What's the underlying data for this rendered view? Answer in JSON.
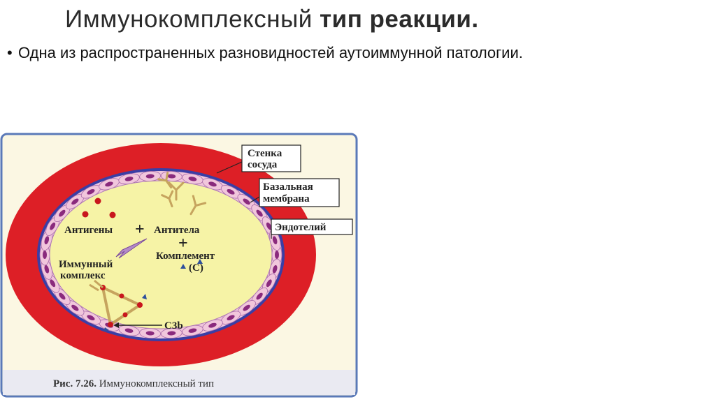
{
  "slide": {
    "title_light": "Иммунокомплексный",
    "title_bold": "тип реакции.",
    "bullet": "Одна из распространенных разновидностей аутоиммунной патологии."
  },
  "figure": {
    "labels": {
      "vessel_wall_1": "Стенка",
      "vessel_wall_2": "сосуда",
      "basal_1": "Базальная",
      "basal_2": "мембрана",
      "endothelium": "Эндотелий",
      "antigens": "Антигены",
      "plus_1": "+",
      "antibodies": "Антитела",
      "plus_2": "+",
      "complement_1": "Комплемент",
      "complement_2": "(С)",
      "immune_1": "Иммунный",
      "immune_2": "комплекс",
      "c3b": "С3b"
    },
    "caption_bold": "Рис. 7.26.",
    "caption_rest": " Иммунокомплексный тип"
  },
  "colors": {
    "vessel_wall": "#dd1f26",
    "lumen": "#f6f3a6",
    "endothelium_fill": "#f1c6dc",
    "endothelium_nucleus": "#8a2a7d",
    "basal_membrane": "#3a3ea5",
    "antigen": "#c8161d",
    "antibody": "#c6a45e",
    "complement": "#2e4f9c",
    "frame_border": "#5a79b8",
    "frame_bg": "#fbf7e3",
    "caption_bg": "#eaeaf2"
  }
}
